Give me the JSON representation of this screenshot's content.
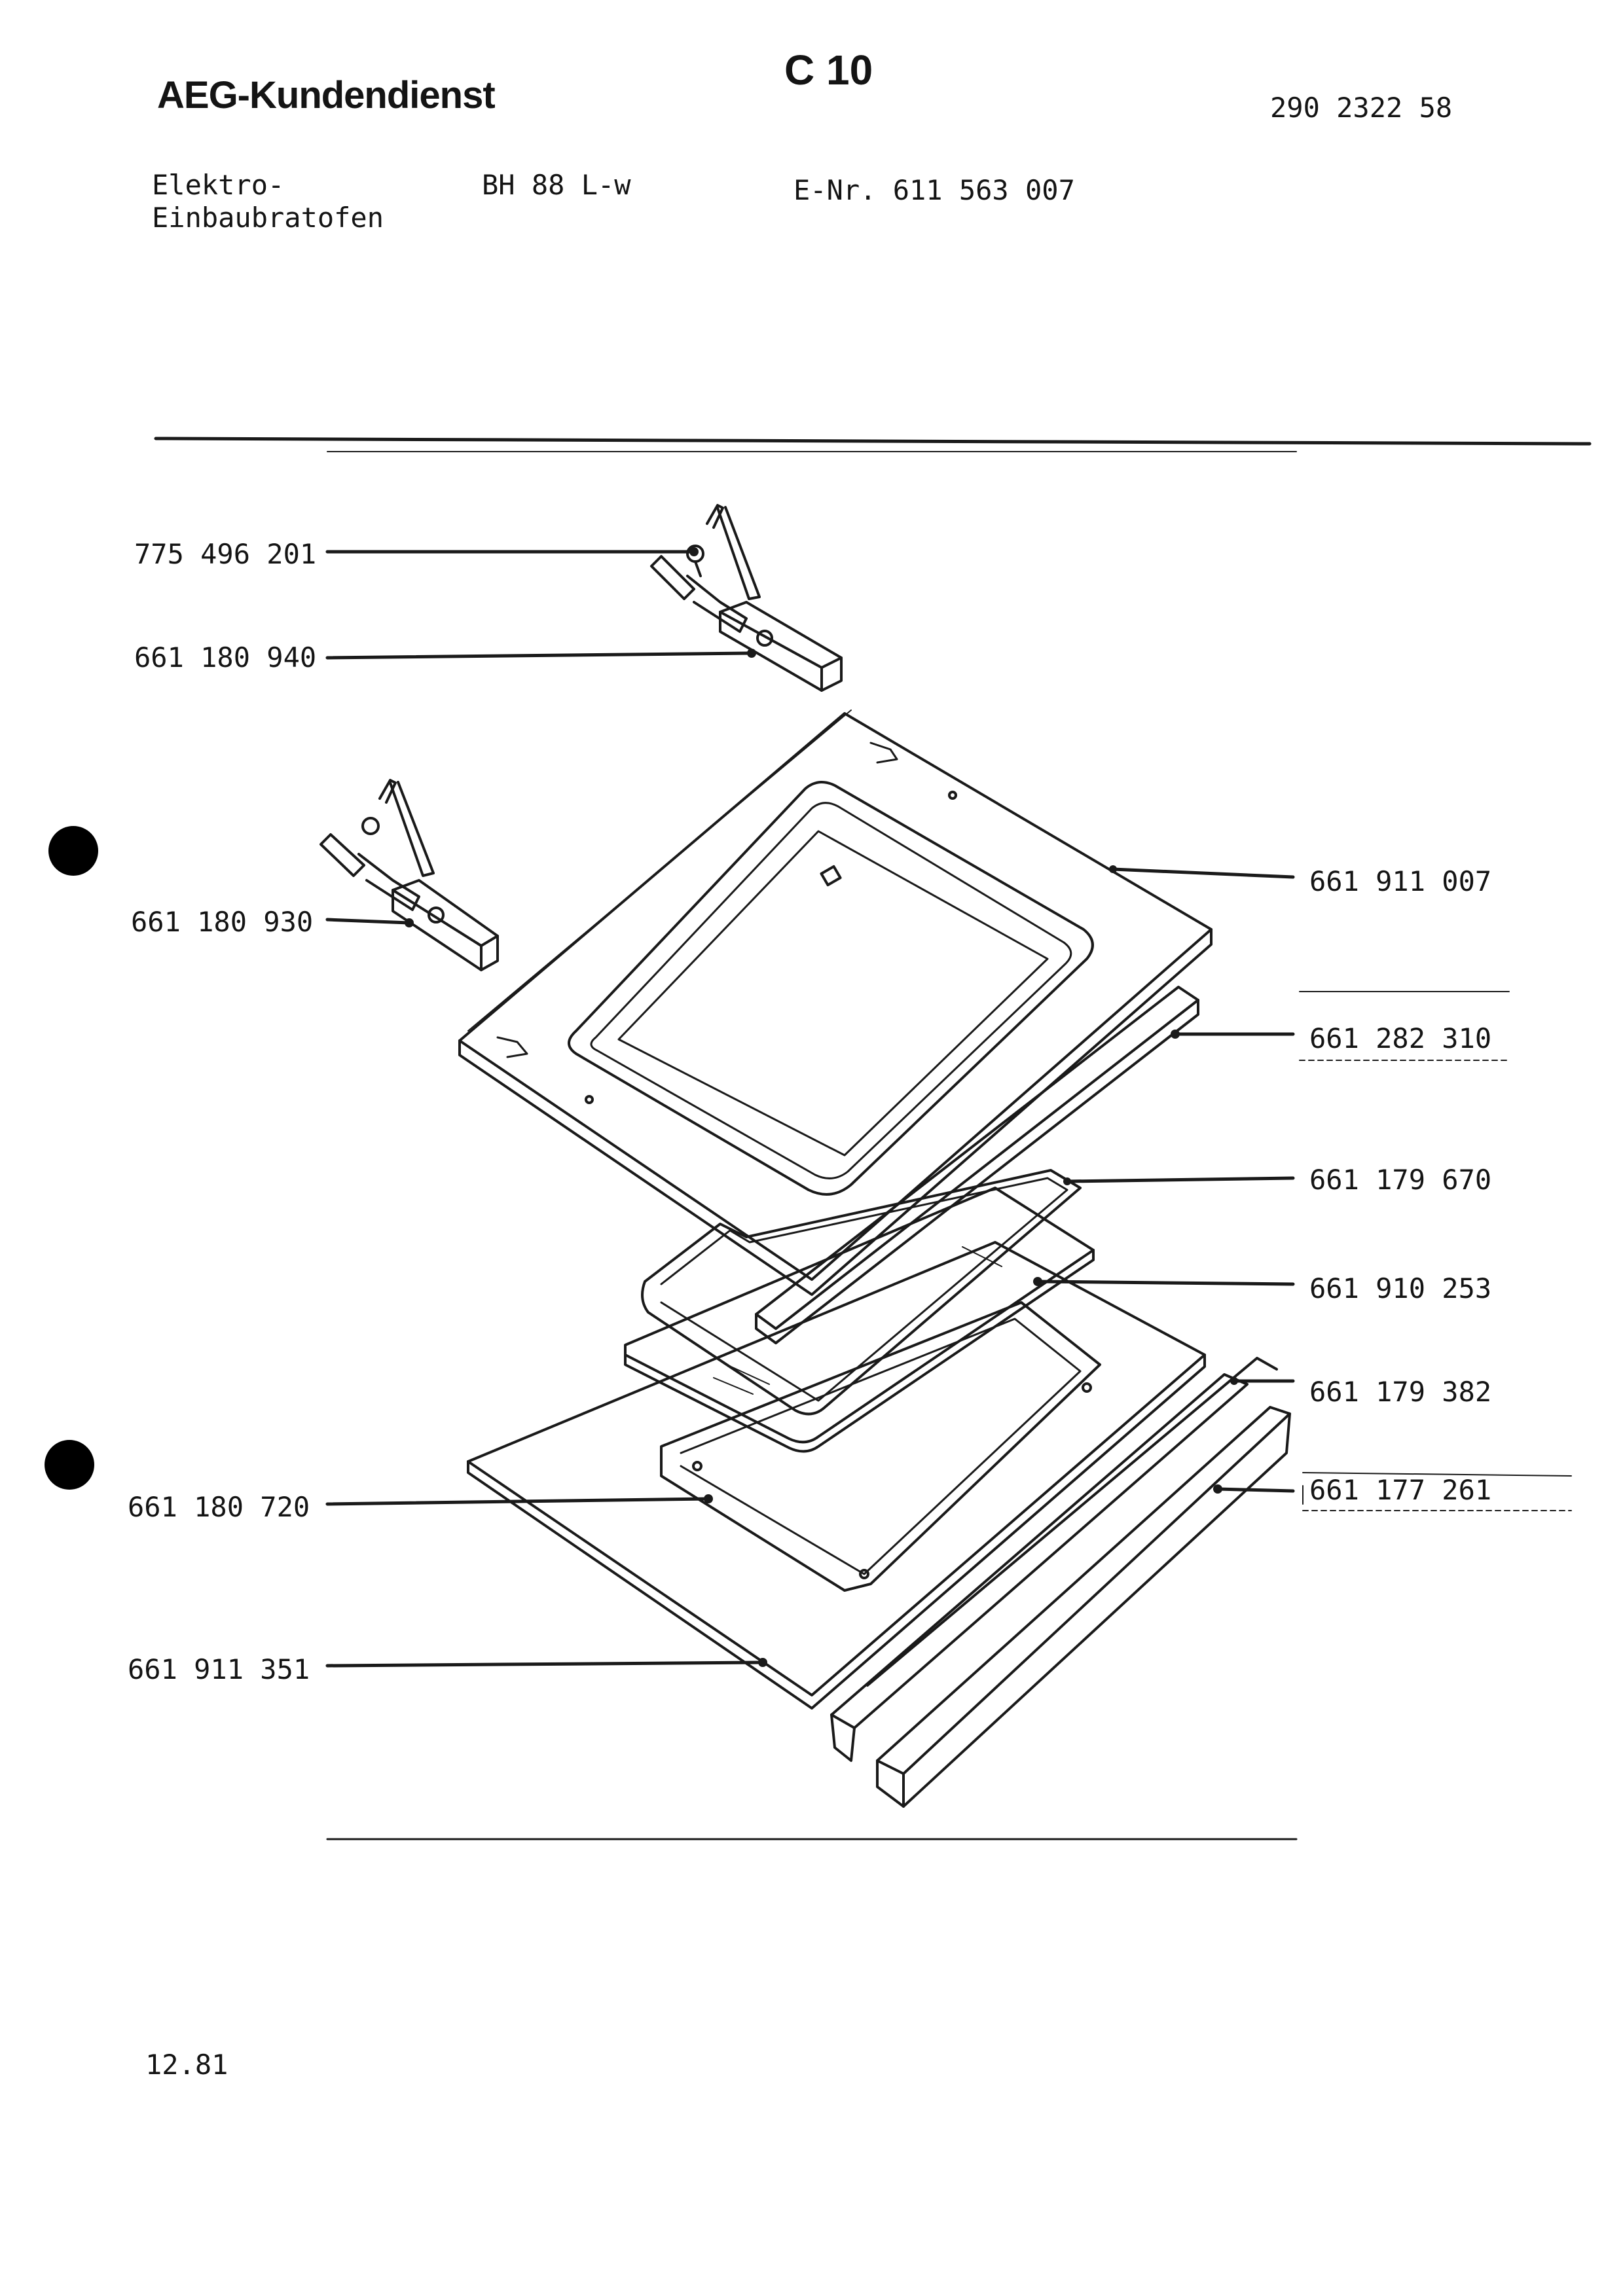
{
  "header": {
    "brand": "AEG-Kundendienst",
    "section_code": "C 10",
    "document_number": "290 2322 58"
  },
  "appliance": {
    "type_line1": "Elektro-",
    "type_line2": "Einbaubratofen",
    "model": "BH  88 L-w",
    "e_number": "E-Nr. 611 563 007"
  },
  "parts": {
    "p775496201": "775 496 201",
    "p661180940": "661 180 940",
    "p661180930": "661 180 930",
    "p661911007": "661 911 007",
    "p661282310": "661 282 310",
    "p661179670": "661 179 670",
    "p661910253": "661 910 253",
    "p661179382": "661 179 382",
    "p661177261": "661 177 261",
    "p661180720": "661 180 720",
    "p661911351": "661 911 351"
  },
  "footer": {
    "date": "12.81"
  }
}
